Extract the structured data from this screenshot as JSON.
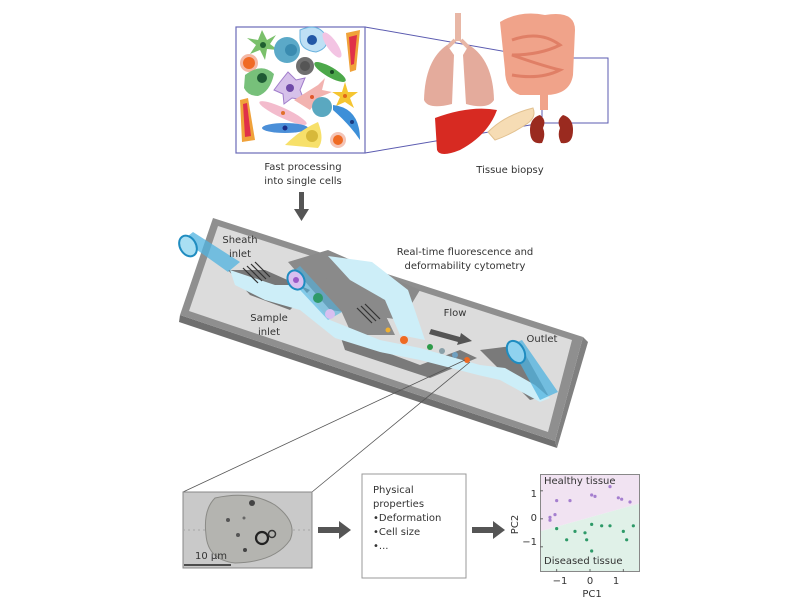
{
  "top": {
    "single_cells_caption_line1": "Fast processing",
    "single_cells_caption_line2": "into single cells",
    "tissue_caption": "Tissue biopsy"
  },
  "chip": {
    "title_line1": "Real-time fluorescence and",
    "title_line2": "deformability cytometry",
    "sheath_label_line1": "Sheath",
    "sheath_label_line2": "inlet",
    "sample_label_line1": "Sample",
    "sample_label_line2": "inlet",
    "flow_label": "Flow",
    "outlet_label": "Outlet"
  },
  "bottom": {
    "scale_bar": "10 μm",
    "properties": {
      "title_line1": "Physical",
      "title_line2": "properties",
      "items": [
        "•Deformation",
        "•Cell size",
        "•..."
      ]
    }
  },
  "colors": {
    "chip_wall": "#8c8c8c",
    "chip_floor": "#dcdcdc",
    "channel": "#cdeef8",
    "tube": "#4fb3e0",
    "arrow": "#555555",
    "healthy_region": "#f1e3f2",
    "diseased_region": "#e0f1e8",
    "healthy_point": "#a57fcf",
    "diseased_point": "#2e9a68"
  },
  "chart_data": {
    "type": "scatter",
    "title": "",
    "xlabel": "PC1",
    "ylabel": "PC2",
    "xlim": [
      -1.5,
      1.5
    ],
    "ylim": [
      -1.9,
      1.6
    ],
    "xticks": [
      -1,
      0,
      1
    ],
    "yticks": [
      1,
      0,
      -1
    ],
    "xtick_labels": [
      "−1",
      "0",
      "1"
    ],
    "ytick_labels": [
      "1",
      "0",
      "−1"
    ],
    "annotations": [
      "Healthy tissue",
      "Diseased tissue"
    ],
    "boundary": {
      "x": [
        -1.5,
        1.5
      ],
      "y": [
        -0.45,
        0.55
      ]
    },
    "series": [
      {
        "name": "Healthy tissue",
        "color": "#a57fcf",
        "points": [
          [
            -1.2,
            0.05
          ],
          [
            -1.2,
            -0.05
          ],
          [
            -1.05,
            0.15
          ],
          [
            -1.0,
            0.65
          ],
          [
            -0.6,
            0.65
          ],
          [
            0.05,
            0.85
          ],
          [
            0.15,
            0.8
          ],
          [
            0.6,
            1.15
          ],
          [
            0.85,
            0.75
          ],
          [
            0.95,
            0.7
          ],
          [
            1.2,
            0.6
          ]
        ]
      },
      {
        "name": "Diseased tissue",
        "color": "#2e9a68",
        "points": [
          [
            -1.0,
            -0.35
          ],
          [
            -0.7,
            -0.75
          ],
          [
            -0.45,
            -0.45
          ],
          [
            -0.15,
            -0.5
          ],
          [
            -0.1,
            -0.75
          ],
          [
            0.05,
            -0.2
          ],
          [
            0.05,
            -1.15
          ],
          [
            0.35,
            -0.25
          ],
          [
            0.6,
            -0.25
          ],
          [
            1.0,
            -0.45
          ],
          [
            1.1,
            -0.75
          ],
          [
            1.3,
            -0.25
          ]
        ]
      }
    ]
  }
}
